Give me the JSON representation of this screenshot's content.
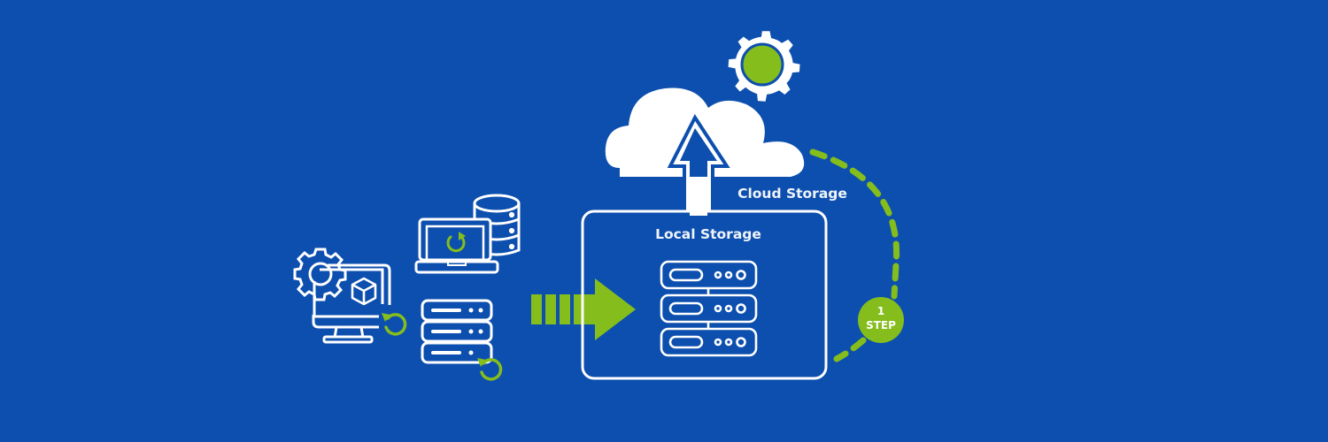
{
  "colors": {
    "background": "#0d4fae",
    "accent": "#84bd1c",
    "line": "#ffffff"
  },
  "labels": {
    "cloud_storage": "Cloud Storage",
    "local_storage": "Local Storage",
    "step_number": "1",
    "step_word": "STEP"
  },
  "icons": [
    "gear-icon",
    "monitor-icon",
    "cube-icon",
    "restore-icon",
    "laptop-icon",
    "database-icon",
    "server-rack-icon",
    "arrow-right-icon",
    "cloud-icon",
    "arrow-up-icon"
  ]
}
